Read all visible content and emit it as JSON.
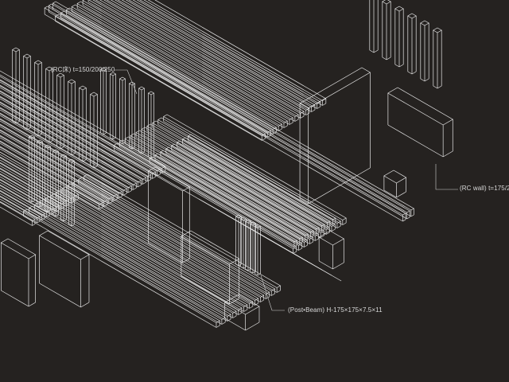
{
  "colors": {
    "background": "#252220",
    "line": "#e8e8e8",
    "label_text": "#d9d9d9"
  },
  "annotations": {
    "rc_floor": "(RC床) t=150/200/250",
    "rc_wall": "(RC wall) t=175/2",
    "post_beam": "(Post•Beam) H-175×175×7.5×11"
  }
}
